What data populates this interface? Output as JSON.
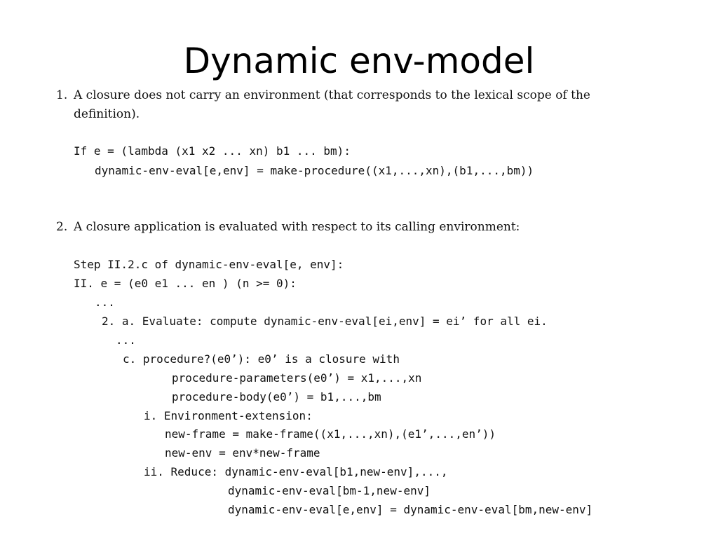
{
  "slide": {
    "title": "Dynamic env-model",
    "item1": {
      "number": "1.",
      "text_line1": "A closure does not carry an environment (that corresponds to the lexical scope of the",
      "text_line2": "definition).",
      "code": [
        "If e = (lambda (x1 x2 ... xn) b1 ... bm):",
        "dynamic-env-eval[e,env] = make-procedure((x1,...,xn),(b1,...,bm))"
      ]
    },
    "item2": {
      "number": "2.",
      "text_line1": "A closure application is evaluated with respect to its calling environment:",
      "code": [
        "Step II.2.c of dynamic-env-eval[e, env]:",
        "II. e = (e0 e1 ... en ) (n >= 0):",
        "...",
        "2. a. Evaluate: compute dynamic-env-eval[ei,env] = ei’ for all ei.",
        "...",
        "c. procedure?(e0’): e0’ is a closure with",
        "procedure-parameters(e0’) = x1,...,xn",
        "procedure-body(e0’) = b1,...,bm",
        "i. Environment-extension:",
        "new-frame = make-frame((x1,...,xn),(e1’,...,en’))",
        "new-env = env*new-frame",
        "ii. Reduce: dynamic-env-eval[b1,new-env],...,",
        "dynamic-env-eval[bm-1,new-env]",
        "dynamic-env-eval[e,env] = dynamic-env-eval[bm,new-env]"
      ]
    }
  }
}
